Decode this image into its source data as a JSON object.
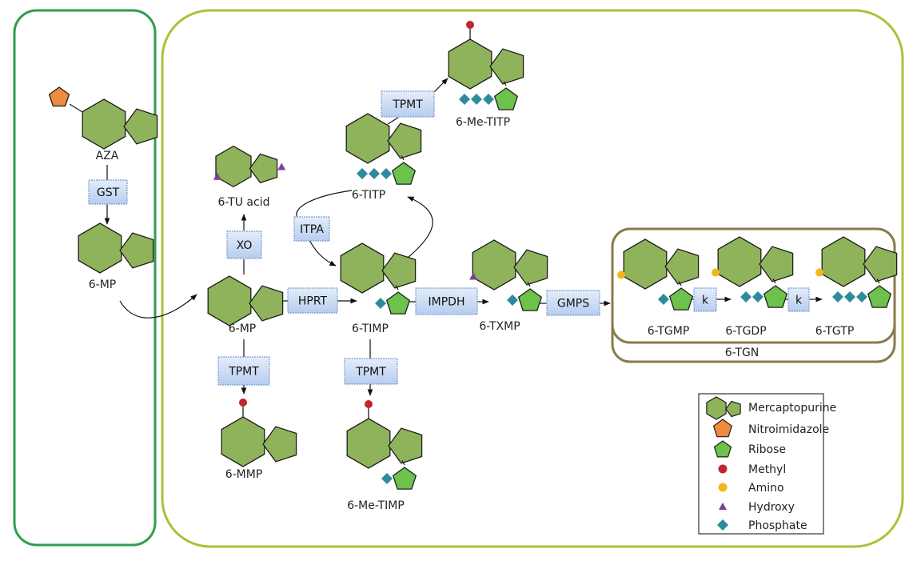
{
  "colors": {
    "ring_fill": "#8fb35a",
    "ring_stroke": "#1e1e1e",
    "ribose_fill": "#6cc24a",
    "nitro_fill": "#f08a3c",
    "methyl": "#c0262c",
    "amino": "#f2b61e",
    "hydroxy": "#7b3f98",
    "phosphate": "#2e8b9e",
    "left_border": "#2e9e4f",
    "right_border": "#a6c43a",
    "tgn_border": "#8a7a4e",
    "enzyme_fill": "#c9daf3",
    "enzyme_stroke": "#7fa0cf"
  },
  "molecules": {
    "aza": "AZA",
    "mp_left": "6-MP",
    "mp_center": "6-MP",
    "tu_acid": "6-TU acid",
    "mmp": "6-MMP",
    "titp": "6-TITP",
    "me_titp": "6-Me-TITP",
    "timp": "6-TIMP",
    "me_timp": "6-Me-TIMP",
    "txmp": "6-TXMP",
    "tgmp": "6-TGMP",
    "tgdp": "6-TGDP",
    "tgtp": "6-TGTP",
    "tgn": "6-TGN"
  },
  "enzymes": {
    "gst": "GST",
    "xo": "XO",
    "hprt": "HPRT",
    "tpmt_mp": "TPMT",
    "tpmt_timp": "TPMT",
    "tpmt_titp": "TPMT",
    "itpa": "ITPA",
    "impdh": "IMPDH",
    "gmps": "GMPS",
    "k1": "k",
    "k2": "k"
  },
  "legend": {
    "mercaptopurine": "Mercaptopurine",
    "nitroimidazole": "Nitroimidazole",
    "ribose": "Ribose",
    "methyl": "Methyl",
    "amino": "Amino",
    "hydroxy": "Hydroxy",
    "phosphate": "Phosphate"
  }
}
